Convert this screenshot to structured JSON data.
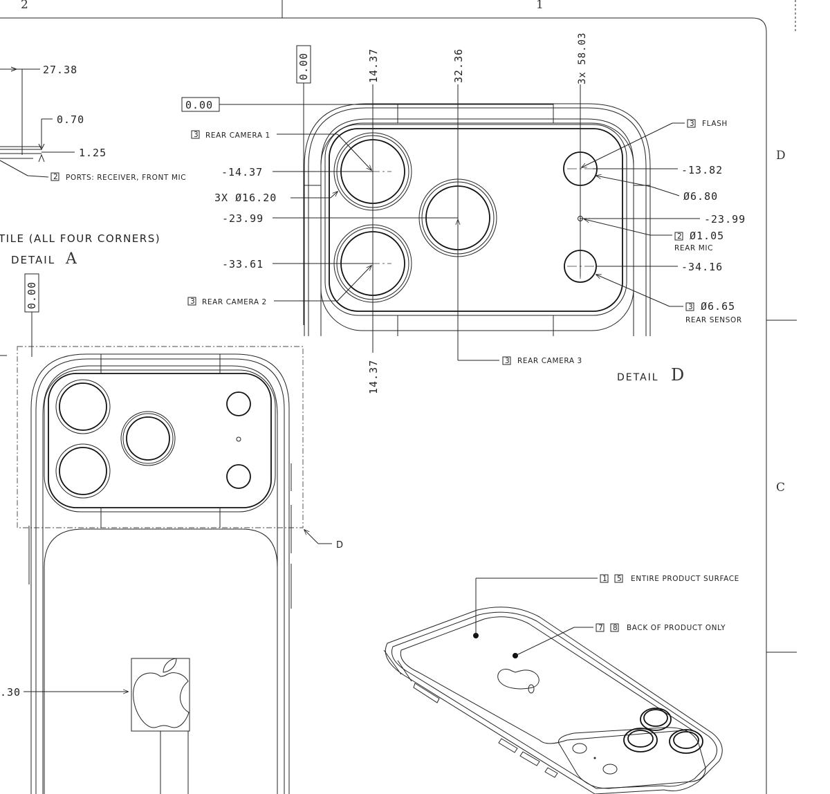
{
  "border": {
    "zone_top_left": "2",
    "zone_top_right": "1",
    "zone_right_upper": "D",
    "zone_right_lower": "C"
  },
  "detail_a": {
    "dim_27_38": "27.38",
    "dim_0_70": "0.70",
    "dim_1_25": "1.25",
    "ports_num": "2",
    "ports_label": "PORTS: RECEIVER, FRONT MIC",
    "corner_note": "TILE (ALL FOUR CORNERS)",
    "detail_word": "DETAIL",
    "detail_letter": "A",
    "datum_vertical": "0.00"
  },
  "detail_d": {
    "datum_top": "0.00",
    "datum_left": "0.00",
    "dim_x_14_37": "14.37",
    "dim_x_32_36": "32.36",
    "dim_x_58_03": "3x 58.03",
    "dim_x_14_37_bottom": "14.37",
    "dim_y_14_37": "-14.37",
    "dim_y_23_99": "-23.99",
    "dim_y_33_61": "-33.61",
    "dim_y_13_82": "-13.82",
    "dim_y_23_99_r": "-23.99",
    "dim_y_34_16": "-34.16",
    "lens_dia": "3X Ø16.20",
    "flash_dia": "Ø6.80",
    "mic_dia": "Ø1.05",
    "sensor_dia": "Ø6.65",
    "cam1_num": "3",
    "cam1_label": "REAR CAMERA 1",
    "cam2_num": "3",
    "cam2_label": "REAR CAMERA 2",
    "cam3_num": "3",
    "cam3_label": "REAR CAMERA 3",
    "flash_num": "3",
    "flash_label": "FLASH",
    "mic_num": "2",
    "mic_label": "REAR MIC",
    "sensor_num": "3",
    "sensor_label": "REAR SENSOR",
    "detail_word": "DETAIL",
    "detail_letter": "D"
  },
  "back_view": {
    "callout_d": "D",
    "dim_30": ".30"
  },
  "iso_view": {
    "note1_a": "1",
    "note1_b": "5",
    "note1_label": "ENTIRE PRODUCT SURFACE",
    "note2_a": "7",
    "note2_b": "8",
    "note2_label": "BACK OF PRODUCT ONLY"
  }
}
